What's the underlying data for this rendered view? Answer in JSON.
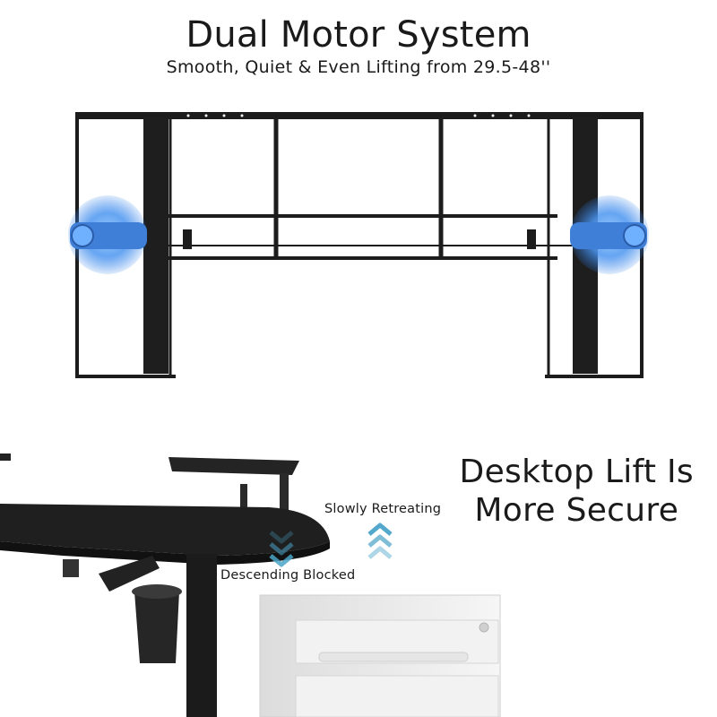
{
  "banner": {
    "title": "Dual Motor System",
    "subtitle": "Smooth, Quiet & Even Lifting from 29.5-48''"
  },
  "safety": {
    "headline_line1": "Desktop Lift Is",
    "headline_line2": "More Secure",
    "retreat_label": "Slowly Retreating",
    "blocked_label": "Descending Blocked"
  },
  "colors": {
    "frame": "#1c1c1c",
    "motor_glow": "#2f7fe8",
    "arrow": "#4aa3c8",
    "cabinet": "#e9e9e9"
  },
  "icons": [
    "motor-highlight-left",
    "motor-highlight-right",
    "chevron-up-icon",
    "chevron-down-icon"
  ]
}
